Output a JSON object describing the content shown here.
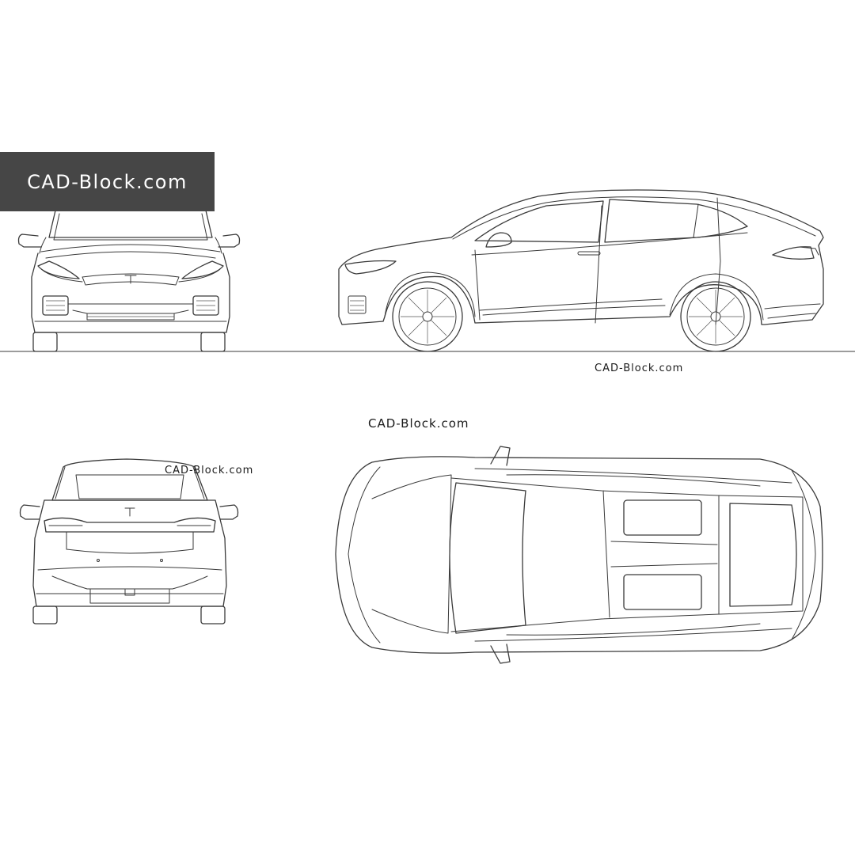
{
  "watermarks": {
    "banner": "CAD-Block.com",
    "side_caption": "CAD-Block.com",
    "top_caption": "CAD-Block.com",
    "rear_caption": "CAD-Block.com"
  },
  "colors": {
    "banner_bg": "#464646",
    "banner_text": "#ffffff",
    "line": "#3a3a3a",
    "background": "#ffffff"
  },
  "views": [
    "front-view",
    "side-view",
    "rear-view",
    "top-view"
  ]
}
